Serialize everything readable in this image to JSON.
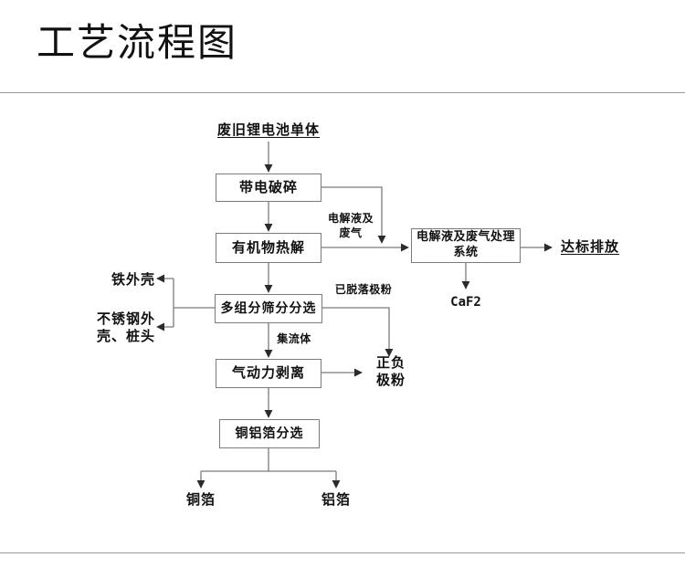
{
  "header": {
    "title": "工艺流程图"
  },
  "diagram": {
    "type": "flowchart",
    "nodes": {
      "source": "废旧锂电池单体",
      "crush": "带电破碎",
      "pyrolysis": "有机物热解",
      "screening": "多组分筛分分选",
      "pneumatic": "气动力剥离",
      "foil_sorting": "铜铝箔分选",
      "gas_treatment": "电解液及废气处理系统"
    },
    "outputs": {
      "emission": "达标排放",
      "caf2": "CaF2",
      "iron_shell": "铁外壳",
      "stainless_shell": "不锈钢外\n壳、桩头",
      "electrode_powder": "正负\n极粉",
      "copper_foil": "铜箔",
      "aluminum_foil": "铝箔"
    },
    "edge_labels": {
      "electrolyte_gas": "电解液及\n废气",
      "dropped_powder": "已脱落极粉",
      "current_collector": "集流体"
    },
    "colors": {
      "line": "#7b7b7b",
      "text": "#111111",
      "rule": "#9a9a9a",
      "background": "#ffffff"
    }
  }
}
